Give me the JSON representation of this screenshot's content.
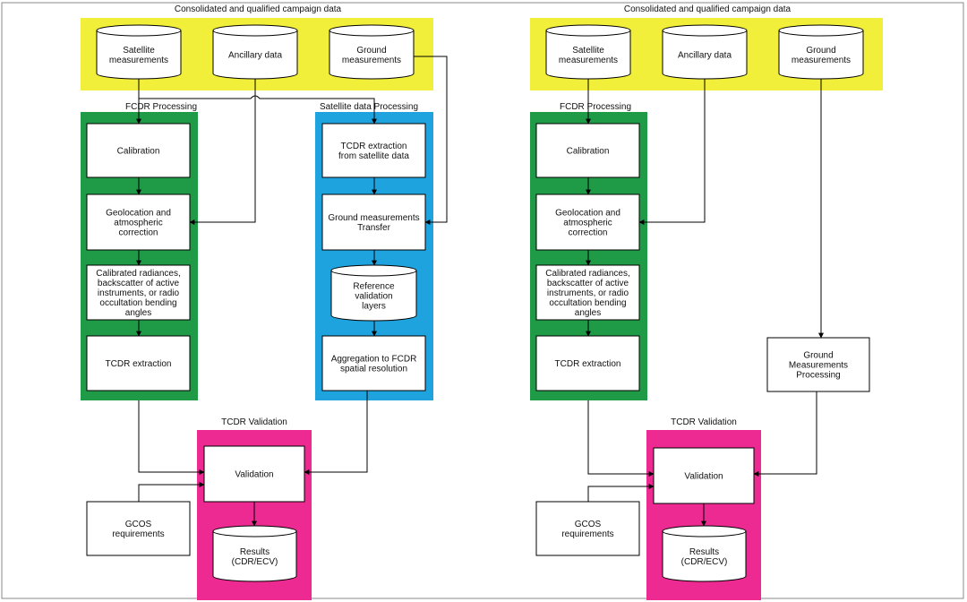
{
  "colors": {
    "input_band": "#f2ef3a",
    "fcdr_panel": "#1f9a46",
    "satellite_panel": "#1ea3de",
    "validation_panel": "#ec2a91",
    "box_fill": "#ffffff",
    "line": "#000000"
  },
  "left": {
    "header": "Consolidated and qualified campaign data",
    "inputs": {
      "satellite": [
        "Satellite",
        "measurements"
      ],
      "ancillary": [
        "Ancillary data"
      ],
      "ground": [
        "Ground",
        "measurements"
      ]
    },
    "fcdr_title": "FCDR Processing",
    "fcdr_steps": {
      "calibration": [
        "Calibration"
      ],
      "geolocation": [
        "Geolocation and",
        "atmospheric",
        "correction"
      ],
      "radiances": [
        "Calibrated radiances,",
        "backscatter of active",
        "instruments, or radio",
        "occultation bending",
        "angles"
      ],
      "tcdr_extraction": [
        "TCDR extraction"
      ]
    },
    "satproc_title": "Satellite data Processing",
    "satproc_steps": {
      "tcdr_from_sat": [
        "TCDR extraction",
        "from satellite data"
      ],
      "ground_transfer": [
        "Ground measurements",
        "Transfer"
      ],
      "reference_layers": [
        "Reference",
        "validation",
        "layers"
      ],
      "aggregation": [
        "Aggregation to FCDR",
        "spatial resolution"
      ]
    },
    "validation_title": "TCDR Validation",
    "validation": [
      "Validation"
    ],
    "results": [
      "Results",
      "(CDR/ECV)"
    ],
    "gcos": [
      "GCOS",
      "requirements"
    ]
  },
  "right": {
    "header": "Consolidated and qualified campaign data",
    "inputs": {
      "satellite": [
        "Satellite",
        "measurements"
      ],
      "ancillary": [
        "Ancillary data"
      ],
      "ground": [
        "Ground",
        "measurements"
      ]
    },
    "fcdr_title": "FCDR Processing",
    "fcdr_steps": {
      "calibration": [
        "Calibration"
      ],
      "geolocation": [
        "Geolocation and",
        "atmospheric",
        "correction"
      ],
      "radiances": [
        "Calibrated radiances,",
        "backscatter of active",
        "instruments, or radio",
        "occultation bending",
        "angles"
      ],
      "tcdr_extraction": [
        "TCDR extraction"
      ]
    },
    "ground_processing": [
      "Ground",
      "Measurements",
      "Processing"
    ],
    "validation_title": "TCDR Validation",
    "validation": [
      "Validation"
    ],
    "results": [
      "Results",
      "(CDR/ECV)"
    ],
    "gcos": [
      "GCOS",
      "requirements"
    ]
  }
}
